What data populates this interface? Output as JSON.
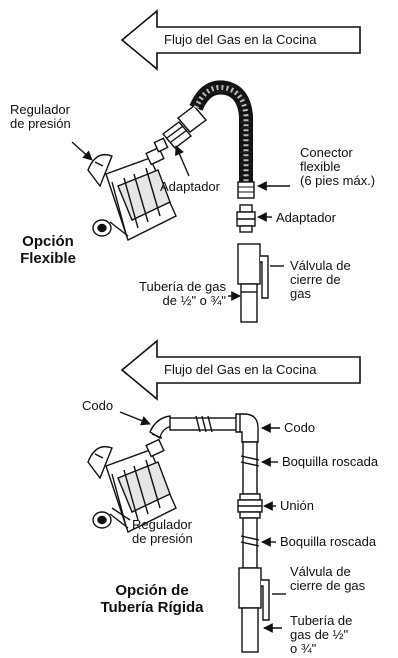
{
  "flexible_section": {
    "arrow_label": "Flujo del Gas en la Cocina",
    "regulator_label_line1": "Regulador",
    "regulator_label_line2": "de presión",
    "adapter_left_label": "Adaptador",
    "connector_label_line1": "Conector",
    "connector_label_line2": "flexible",
    "connector_label_line3": "(6 pies máx.)",
    "adapter_right_label": "Adaptador",
    "option_title_line1": "Opción",
    "option_title_line2": "Flexible",
    "pipe_label_line1": "Tubería de gas",
    "pipe_label_line2": "de ½\" o ¾\"",
    "valve_label_line1": "Válvula de",
    "valve_label_line2": "cierre de",
    "valve_label_line3": "gas"
  },
  "rigid_section": {
    "arrow_label": "Flujo del Gas en la Cocina",
    "elbow_left_label": "Codo",
    "elbow_right_label": "Codo",
    "nipple_label_1": "Boquilla roscada",
    "union_label": "Unión",
    "regulator_label_line1": "Regulador",
    "regulator_label_line2": "de presión",
    "nipple_label_2": "Boquilla roscada",
    "option_title_line1": "Opción de",
    "option_title_line2": "Tubería Rígida",
    "valve_label_line1": "Válvula de",
    "valve_label_line2": "cierre de gas",
    "pipe_label_line1": "Tubería de",
    "pipe_label_line2": "gas de ½\"",
    "pipe_label_line3": "o ¾\""
  }
}
